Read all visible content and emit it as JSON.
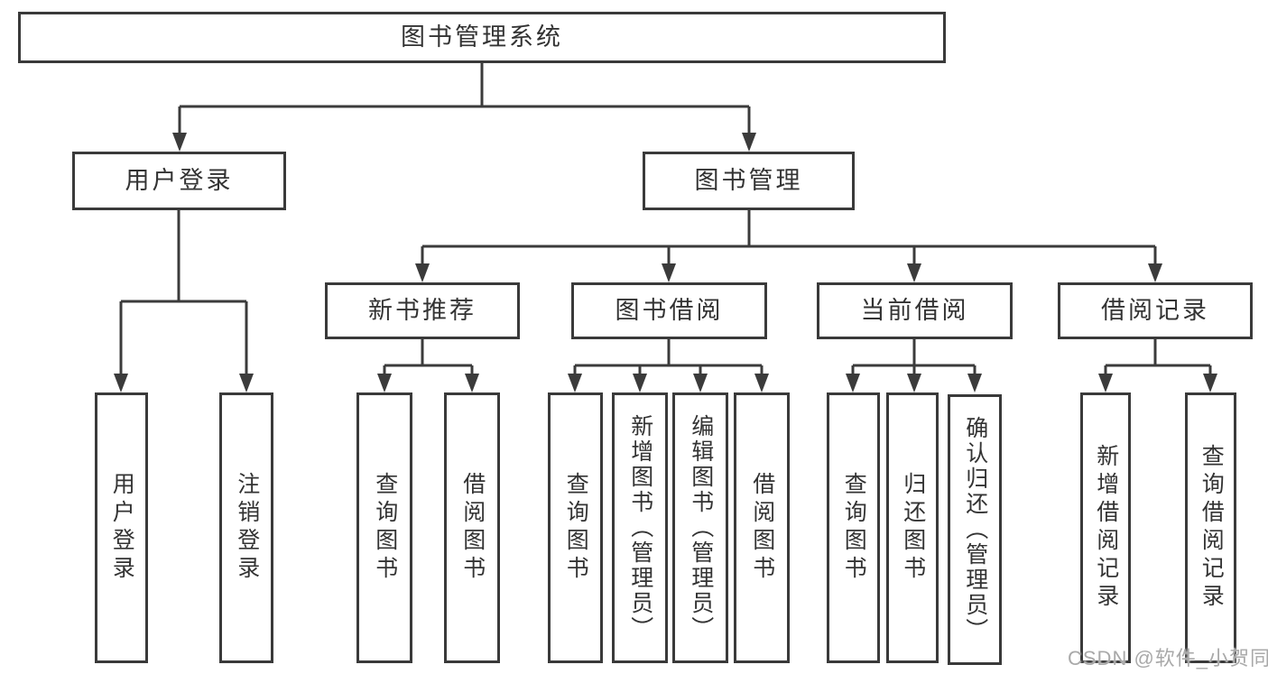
{
  "nodes": {
    "root": "图书管理系统",
    "user_login": "用户登录",
    "book_mgmt": "图书管理",
    "new_books": "新书推荐",
    "borrowing": "图书借阅",
    "current": "当前借阅",
    "records": "借阅记录",
    "leaf_login": "用户登录",
    "leaf_logout": "注销登录",
    "leaf_nb_query": "查询图书",
    "leaf_nb_borrow": "借阅图书",
    "leaf_bw_query": "查询图书",
    "leaf_bw_add": "新增图书（管理员）",
    "leaf_bw_edit": "编辑图书（管理员）",
    "leaf_bw_borrow": "借阅图书",
    "leaf_cur_query": "查询图书",
    "leaf_cur_return": "归还图书",
    "leaf_cur_confirm": "确认归还（管理员）",
    "leaf_rec_add": "新增借阅记录",
    "leaf_rec_query": "查询借阅记录"
  },
  "structure": {
    "图书管理系统": {
      "用户登录": [
        "用户登录",
        "注销登录"
      ],
      "图书管理": {
        "新书推荐": [
          "查询图书",
          "借阅图书"
        ],
        "图书借阅": [
          "查询图书",
          "新增图书（管理员）",
          "编辑图书（管理员）",
          "借阅图书"
        ],
        "当前借阅": [
          "查询图书",
          "归还图书",
          "确认归还（管理员）"
        ],
        "借阅记录": [
          "新增借阅记录",
          "查询借阅记录"
        ]
      }
    }
  },
  "watermark": "CSDN @软件_小贺同学",
  "colors": {
    "line": "#3b3b3b",
    "box_border": "#3a3a3a",
    "text": "#333333",
    "watermark": "#a9a9a9",
    "background": "#ffffff"
  }
}
